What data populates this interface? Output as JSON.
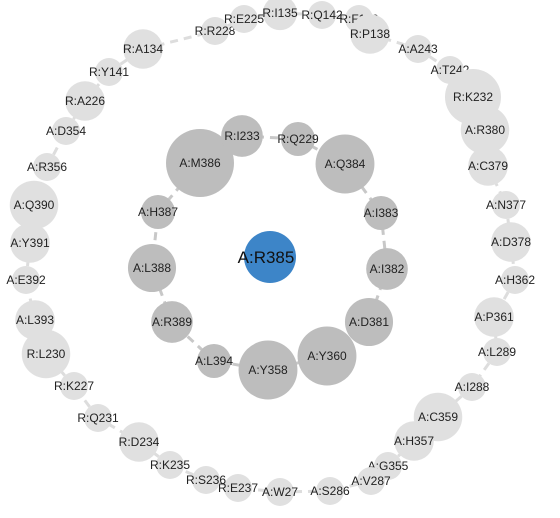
{
  "center": {
    "label": "A:R385",
    "color": "#3d85c8"
  },
  "inner_ring": {
    "edge_color": "#c8c8c8",
    "node_color": "#bdbdbd",
    "nodes": [
      {
        "label": "R:Q229",
        "size": 1
      },
      {
        "label": "A:Q384",
        "size": 3
      },
      {
        "label": "A:I383",
        "size": 1
      },
      {
        "label": "A:I382",
        "size": 1.5
      },
      {
        "label": "A:D381",
        "size": 2
      },
      {
        "label": "A:Y360",
        "size": 3
      },
      {
        "label": "A:Y358",
        "size": 3
      },
      {
        "label": "A:L394",
        "size": 1
      },
      {
        "label": "A:R389",
        "size": 1.5
      },
      {
        "label": "A:L388",
        "size": 2
      },
      {
        "label": "A:H387",
        "size": 1
      },
      {
        "label": "A:M386",
        "size": 4
      },
      {
        "label": "R:I233",
        "size": 1.5
      }
    ]
  },
  "outer_ring": {
    "edge_color": "#dddddd",
    "node_color": "#e0e0e0",
    "nodes": [
      {
        "label": "R:Q142",
        "size": 1
      },
      {
        "label": "R:F139",
        "size": 1
      },
      {
        "label": "R:P138",
        "size": 2
      },
      {
        "label": "A:A243",
        "size": 1
      },
      {
        "label": "A:T242",
        "size": 1
      },
      {
        "label": "R:K232",
        "size": 4
      },
      {
        "label": "A:R380",
        "size": 3
      },
      {
        "label": "A:C379",
        "size": 2
      },
      {
        "label": "A:N377",
        "size": 1
      },
      {
        "label": "A:D378",
        "size": 2
      },
      {
        "label": "A:H362",
        "size": 1
      },
      {
        "label": "A:P361",
        "size": 2
      },
      {
        "label": "A:L289",
        "size": 1
      },
      {
        "label": "A:I288",
        "size": 1
      },
      {
        "label": "A:C359",
        "size": 3
      },
      {
        "label": "A:H357",
        "size": 2
      },
      {
        "label": "A:G355",
        "size": 1
      },
      {
        "label": "A:V287",
        "size": 1
      },
      {
        "label": "A:S286",
        "size": 1
      },
      {
        "label": "A:W27",
        "size": 1
      },
      {
        "label": "R:E237",
        "size": 1
      },
      {
        "label": "R:S236",
        "size": 1
      },
      {
        "label": "R:K235",
        "size": 1
      },
      {
        "label": "R:D234",
        "size": 2
      },
      {
        "label": "R:Q231",
        "size": 1
      },
      {
        "label": "R:K227",
        "size": 1
      },
      {
        "label": "R:L230",
        "size": 3
      },
      {
        "label": "A:L393",
        "size": 2
      },
      {
        "label": "A:E392",
        "size": 1
      },
      {
        "label": "A:Y391",
        "size": 2
      },
      {
        "label": "A:Q390",
        "size": 3
      },
      {
        "label": "A:R356",
        "size": 1
      },
      {
        "label": "A:D354",
        "size": 1
      },
      {
        "label": "R:A226",
        "size": 2
      },
      {
        "label": "R:Y141",
        "size": 1
      },
      {
        "label": "R:A134",
        "size": 2
      },
      {
        "label": "R:R228",
        "size": 1
      },
      {
        "label": "R:E225",
        "size": 1
      },
      {
        "label": "R:I135",
        "size": 1.5
      }
    ]
  }
}
